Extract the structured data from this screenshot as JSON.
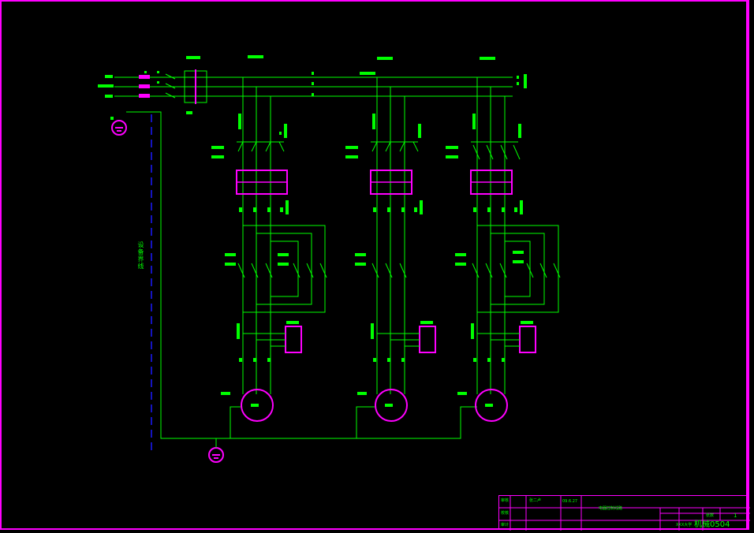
{
  "colors": {
    "background": "#000000",
    "wire": "#00ff00",
    "component": "#ff00ff",
    "label_block": "#00ff00",
    "divider": "#1a1aff"
  },
  "diagram": {
    "type": "three-phase motor control schematic",
    "boundary_label": "设备界线",
    "motor_count": 3
  },
  "title_block": {
    "row1_left": "审核",
    "row1_name": "张二卢",
    "row1_date": "09.6.27",
    "center_title": "电器控制线路",
    "row2_left": "校核",
    "row3_left": "审计",
    "sheet_label": "张数",
    "sheet_count": "1",
    "drawing_no_left": "XXX大学",
    "drawing_no": "机械0504"
  }
}
